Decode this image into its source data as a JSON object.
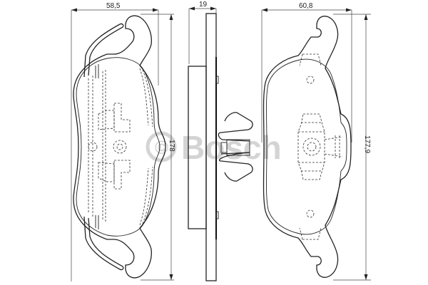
{
  "drawing": {
    "subject": "Brake pad set technical drawing",
    "watermark": {
      "symbol": "©",
      "brand": "Bosch"
    },
    "views": [
      {
        "name": "left-pad-front-view",
        "dimensions": {
          "width": "58,5",
          "height": "178"
        }
      },
      {
        "name": "side-profile-view",
        "dimensions": {
          "thickness": "19"
        }
      },
      {
        "name": "right-pad-front-view",
        "dimensions": {
          "width": "60,8",
          "height": "177,9"
        }
      }
    ]
  }
}
